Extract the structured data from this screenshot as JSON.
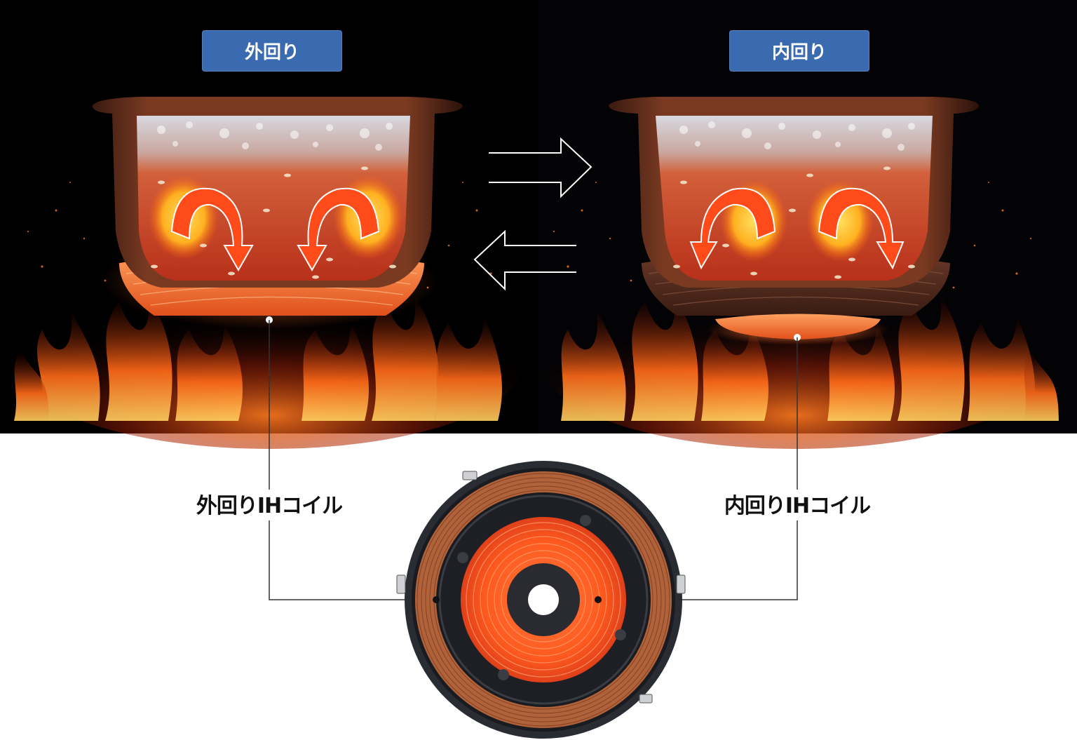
{
  "modes": {
    "outer_label": "外回り",
    "inner_label": "内回り"
  },
  "coil_labels": {
    "outer": "外回りIHコイル",
    "inner": "内回りIHコイル"
  },
  "colors": {
    "background_top": "#000000",
    "badge": "#3a6ab0",
    "flame": "#ff5a1a",
    "copper": "#b0623a",
    "glow": "#ff6a2a"
  },
  "icons": [
    "right-double-arrow-icon",
    "left-double-arrow-icon",
    "rotation-arrow-icon"
  ]
}
